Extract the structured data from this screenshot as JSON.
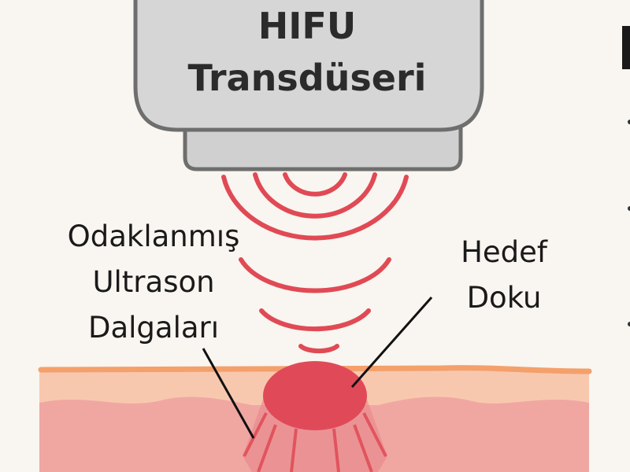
{
  "transducer": {
    "line1": "HIFU",
    "line2": "Transdüseri"
  },
  "labels": {
    "waves": [
      "Odaklanmış",
      "Ultrason",
      "Dalgaları"
    ],
    "target": [
      "Hedef",
      "Doku"
    ]
  },
  "colors": {
    "background": "#f9f5f0",
    "transducer": "#d4d4d4",
    "transducer_outline": "#707070",
    "wave": "#e04a55",
    "skin_surface": "#f4a06b",
    "epidermis": "#f8c8ae",
    "dermis": "#f0a7a2",
    "target": "#e04a58"
  }
}
